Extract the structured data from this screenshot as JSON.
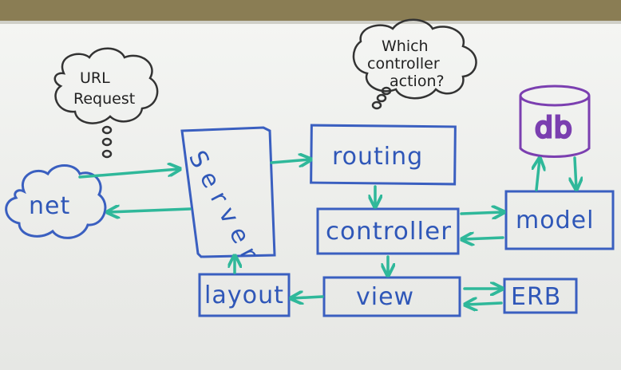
{
  "diagram": {
    "thought_url": [
      "URL",
      "Request"
    ],
    "thought_controller": [
      "Which",
      "controller",
      "action?"
    ],
    "net": "net",
    "server": "Server",
    "routing": "routing",
    "controller": "controller",
    "model": "model",
    "db": "db",
    "view": "view",
    "layout": "layout",
    "erb": "ERB"
  },
  "colors": {
    "box": "#3a5fc0",
    "arrow": "#2fb89a",
    "db": "#7b3fb0",
    "thought": "#333333"
  }
}
